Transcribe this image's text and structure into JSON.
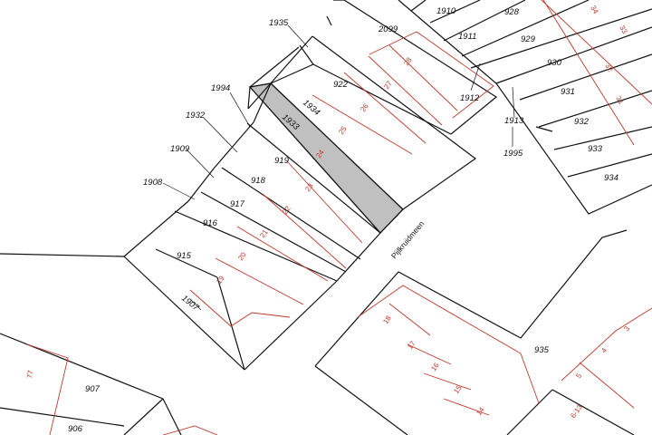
{
  "map": {
    "street_name": "Pijlkruidmeen",
    "colors": {
      "highlight": "#c0c0c0",
      "parcel_line": "#111111",
      "building_line": "#c0392b"
    },
    "highlight_parcel": "1933",
    "parcel_numbers": {
      "p1935": "1935",
      "p2099": "2099",
      "p1910": "1910",
      "p928": "928",
      "p1911": "1911",
      "p929": "929",
      "p930": "930",
      "p922": "922",
      "p1994": "1994",
      "p1934": "1934",
      "p1912": "1912",
      "p931": "931",
      "p1932": "1932",
      "p1933": "1933",
      "p1913": "1913",
      "p932": "932",
      "p1909": "1909",
      "p919": "919",
      "p933": "933",
      "p1995": "1995",
      "p918": "918",
      "p1908": "1908",
      "p934": "934",
      "p917": "917",
      "p916": "916",
      "p915": "915",
      "p1907": "1907",
      "p935": "935",
      "p907": "907",
      "p906": "906"
    },
    "house_numbers": {
      "h34": "34",
      "h33": "33",
      "h32": "32",
      "h31": "31",
      "h28": "28",
      "h27": "27",
      "h26": "26",
      "h25": "25",
      "h24": "24",
      "h23": "23",
      "h22": "22",
      "h21": "21",
      "h20": "20",
      "h19": "19",
      "h18": "18",
      "h17": "17",
      "h16": "16",
      "h15": "15",
      "h14": "14",
      "h5": "5",
      "h4": "4",
      "h3": "3",
      "h613": "6-13",
      "h77": "77"
    }
  }
}
